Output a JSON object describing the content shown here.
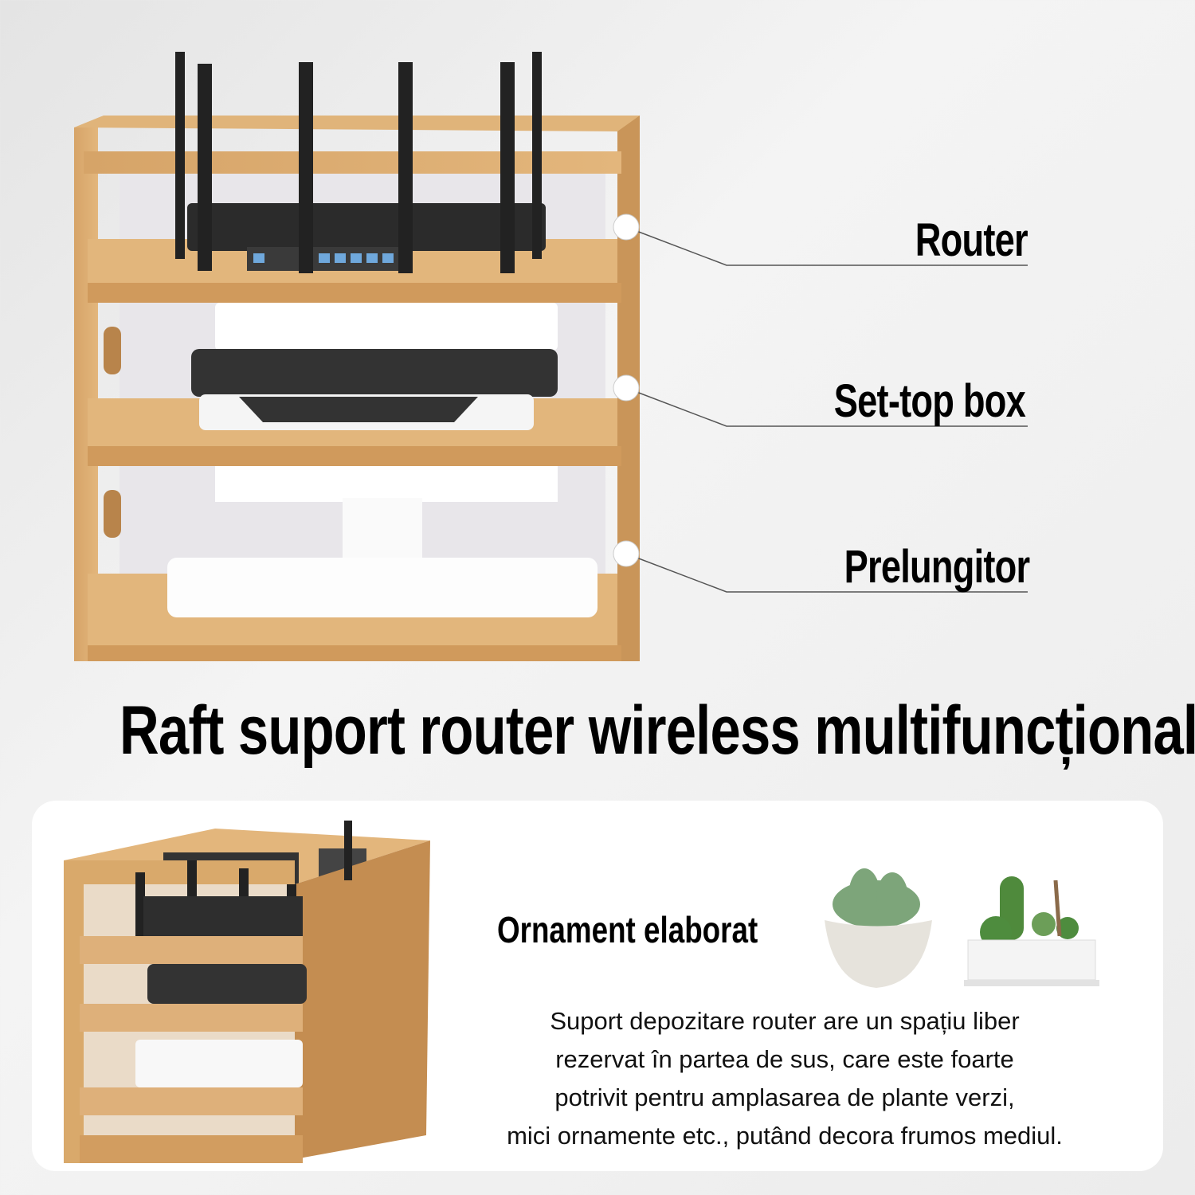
{
  "callouts": [
    {
      "label": "Router"
    },
    {
      "label": "Set-top box"
    },
    {
      "label": "Prelungitor"
    }
  ],
  "title": "Raft suport router wireless multifuncțional",
  "feature": {
    "heading": "Ornament elaborat",
    "description_lines": [
      "Suport depozitare router are un spațiu liber",
      "rezervat în partea de sus, care este foarte",
      "potrivit pentru amplasarea de plante verzi,",
      "mici ornamente etc., putând decora frumos mediul."
    ]
  },
  "colors": {
    "wood": "#d9a96b",
    "wood_dark": "#b9844a",
    "text": "#000000",
    "card": "#ffffff"
  }
}
